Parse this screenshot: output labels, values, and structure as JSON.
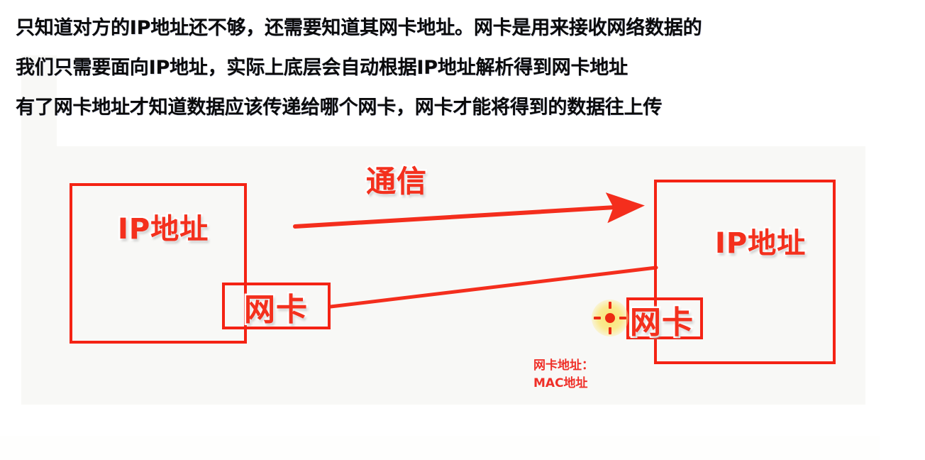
{
  "heading": {
    "lines": [
      "只知道对方的IP地址还不够，还需要知道其网卡地址。网卡是用来接收网络数据的",
      "我们只需要面向IP地址，实际上底层会自动根据IP地址解析得到网卡地址",
      "有了网卡地址才知道数据应该传递给哪个网卡，网卡才能将得到的数据往上传"
    ]
  },
  "diagram": {
    "communication_label": "通信",
    "left_host": {
      "ip_label": "IP地址",
      "nic_label": "网卡"
    },
    "right_host": {
      "ip_label": "IP地址",
      "nic_label": "网卡"
    },
    "annotation": {
      "line1": "网卡地址：",
      "line2": "MAC地址"
    },
    "colors": {
      "accent_red": "#f42314",
      "label_red": "#f4301d",
      "annotation_red": "#ef2f28",
      "panel_gray": "#f8f8f6",
      "click_glow_yellow": "#fae46e",
      "heading_black": "#0b0b0b"
    }
  }
}
